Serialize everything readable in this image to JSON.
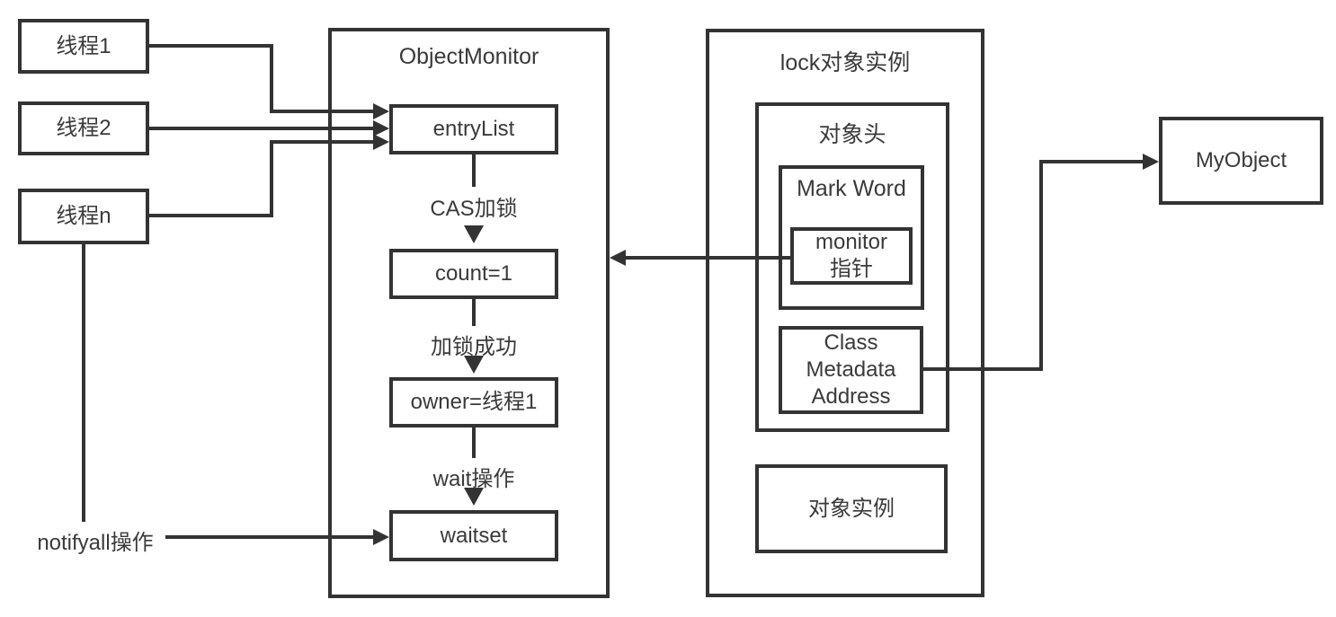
{
  "colors": {
    "stroke": "#333333",
    "text": "#3a3a3a",
    "background": "#ffffff"
  },
  "threads": [
    {
      "label": "线程1"
    },
    {
      "label": "线程2"
    },
    {
      "label": "线程n"
    }
  ],
  "notifyall": {
    "label": "notifyall操作"
  },
  "object_monitor": {
    "title": "ObjectMonitor",
    "entry_list": {
      "label": "entryList"
    },
    "cas_lock_label": "CAS加锁",
    "count": {
      "label": "count=1"
    },
    "lock_success_label": "加锁成功",
    "owner": {
      "label": "owner=线程1"
    },
    "wait_label": "wait操作",
    "waitset": {
      "label": "waitset"
    }
  },
  "lock_instance": {
    "title": "lock对象实例",
    "object_header": {
      "title": "对象头",
      "mark_word": {
        "title": "Mark Word",
        "monitor_pointer": {
          "line1": "monitor",
          "line2": "指针"
        }
      },
      "class_metadata_address": {
        "line1": "Class",
        "line2": "Metadata",
        "line3": "Address"
      }
    },
    "object_instance": {
      "label": "对象实例"
    }
  },
  "my_object": {
    "label": "MyObject"
  }
}
